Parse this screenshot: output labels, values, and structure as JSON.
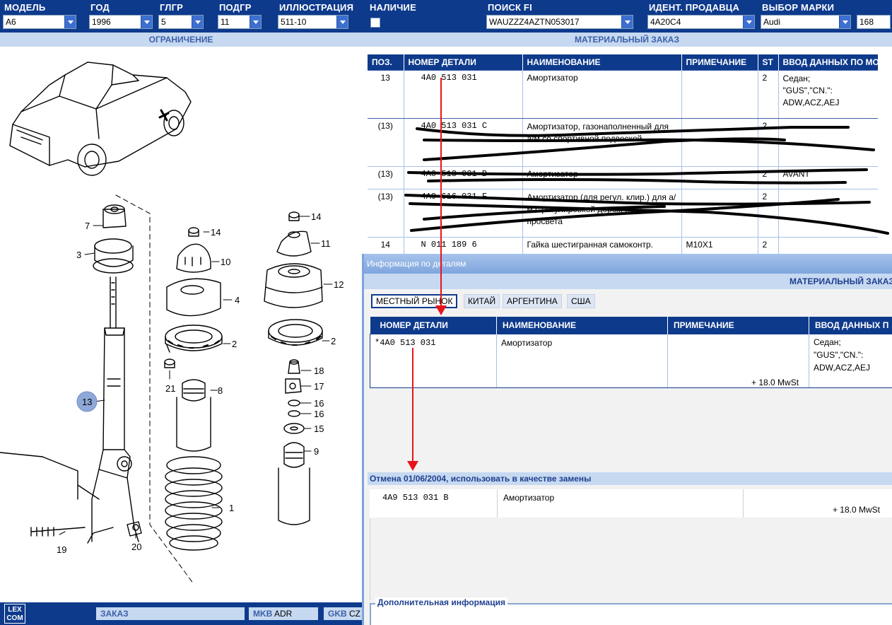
{
  "toolbar": {
    "model": {
      "label": "МОДЕЛЬ",
      "value": "A6"
    },
    "year": {
      "label": "ГОД",
      "value": "1996"
    },
    "mgroup": {
      "label": "ГЛГР",
      "value": "5"
    },
    "sgroup": {
      "label": "ПОДГР",
      "value": "11"
    },
    "illustration": {
      "label": "ИЛЛЮСТРАЦИЯ",
      "value": "511-10"
    },
    "availability": {
      "label": "НАЛИЧИЕ"
    },
    "search_fi": {
      "label": "ПОИСК FI",
      "value": "WAUZZZ4AZTN053017"
    },
    "seller_id": {
      "label": "ИДЕНТ. ПРОДАВЦА",
      "value": "4A20C4"
    },
    "brand": {
      "label": "ВЫБОР МАРКИ",
      "value": "Audi"
    },
    "count": "168"
  },
  "left_header": "ОГРАНИЧЕНИЕ",
  "right_header": "МАТЕРИАЛЬНЫЙ ЗАКАЗ",
  "illustration": {
    "callouts": [
      "7",
      "3",
      "13",
      "19",
      "20",
      "14",
      "10",
      "4",
      "2",
      "21",
      "8",
      "1",
      "14",
      "11",
      "12",
      "2",
      "18",
      "17",
      "16",
      "16",
      "15",
      "9"
    ]
  },
  "parts_table": {
    "headers": {
      "pos": "ПОЗ.",
      "part_no": "НОМЕР ДЕТАЛИ",
      "name": "НАИМЕНОВАНИЕ",
      "note": "ПРИМЕЧАНИЕ",
      "st": "ST",
      "input": "ВВОД ДАННЫХ ПО МО"
    },
    "rows": [
      {
        "pos": "13",
        "part_no": "4A0 513 031",
        "name": "Амортизатор",
        "note": "",
        "st": "2",
        "input": "Седан;\n\"GUS\",\"CN.\":\nADW,ACZ,AEJ"
      },
      {
        "pos": "(13)",
        "part_no": "4A0 513 031 C",
        "name": "Амортизатор, газонаполненный для а/м со спортивной подвеской",
        "note": "",
        "st": "2",
        "input": ""
      },
      {
        "pos": "(13)",
        "part_no": "4A0 513 031 B",
        "name": "Амортизатор",
        "note": "",
        "st": "2",
        "input": "AVANT"
      },
      {
        "pos": "(13)",
        "part_no": "4A0 616 031 F",
        "name": "Амортизатор (для регул. клир.) для а/м с регулировкой дорож-ного просвета",
        "note": "",
        "st": "2",
        "input": ""
      },
      {
        "pos": "14",
        "part_no": "N 011 189 6",
        "name": "Гайка шестигранная самоконтр.",
        "note": "M10X1",
        "st": "2",
        "input": ""
      }
    ]
  },
  "detail_window": {
    "title": "Информация по деталям",
    "header": "МАТЕРИАЛЬНЫЙ ЗАКАЗ",
    "tabs": [
      "МЕСТНЫЙ РЫНОК",
      "КИТАЙ",
      "АРГЕНТИНА",
      "США"
    ],
    "table_headers": {
      "part_no": "НОМЕР ДЕТАЛИ",
      "name": "НАИМЕНОВАНИЕ",
      "note": "ПРИМЕЧАНИЕ",
      "input": "ВВОД ДАННЫХ П"
    },
    "row": {
      "part_no": "*4A0 513 031",
      "name": "Амортизатор",
      "note": "",
      "input": "Седан;\n\"GUS\",\"CN.\":\nADW,ACZ,AEJ",
      "price_note": "+  18.0 MwSt"
    },
    "cancel_text": "Отмена 01/06/2004, использовать в качестве замены",
    "replacement": {
      "part_no": "4A9 513 031 B",
      "name": "Амортизатор",
      "price_note": "+  18.0 MwSt"
    },
    "additional_info": "Дополнительная информация"
  },
  "bottom_bar": {
    "logo": "LEX\nCOM",
    "order": "ЗАКАЗ",
    "mkb_code": "MKB",
    "mkb_value": "ADR",
    "gkb_code": "GKB",
    "gkb_value": "CZ"
  },
  "colors": {
    "toolbar": "#0e3a8c",
    "header_band": "#c6d9f1",
    "annotation_red": "#e8141b"
  }
}
